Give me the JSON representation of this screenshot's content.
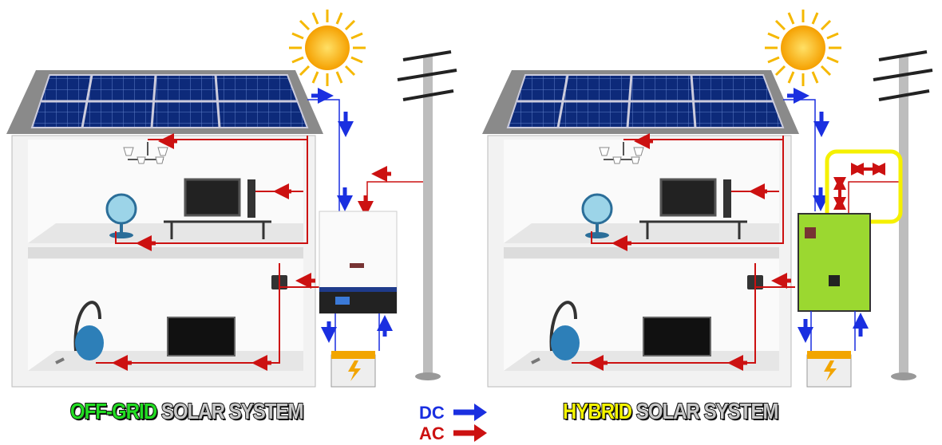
{
  "titles": {
    "off_grid": {
      "highlight": "OFF-GRID",
      "rest": "SOLAR SYSTEM",
      "highlight_color": "#22dd22"
    },
    "hybrid": {
      "highlight": "HYBRID",
      "rest": "SOLAR SYSTEM",
      "highlight_color": "#f5f500"
    }
  },
  "legend": {
    "dc": {
      "label": "DC",
      "color": "#1a2fe0"
    },
    "ac": {
      "label": "AC",
      "color": "#cc1111"
    }
  }
}
